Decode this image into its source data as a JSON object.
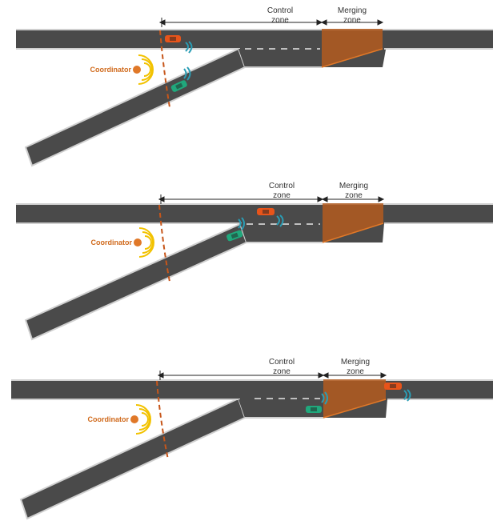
{
  "colors": {
    "road": "#4a4a4a",
    "road_edge": "#cfcfcf",
    "lane_dash": "#e6e6e6",
    "merge_fill": "#b35a1e",
    "coordinator": "#e07828",
    "signal": "#f2c200",
    "car_orange": "#e8541a",
    "car_green": "#20a87c",
    "wifi": "#2a9db5",
    "boundary": "#c7561a"
  },
  "labels": {
    "control_line1": "Control",
    "control_line2": "zone",
    "merging_line1": "Merging",
    "merging_line2": "zone",
    "coordinator": "Coordinator"
  },
  "panels": [
    {
      "id": "panel-1",
      "stage": "approach"
    },
    {
      "id": "panel-2",
      "stage": "in-control-zone"
    },
    {
      "id": "panel-3",
      "stage": "merging"
    }
  ]
}
